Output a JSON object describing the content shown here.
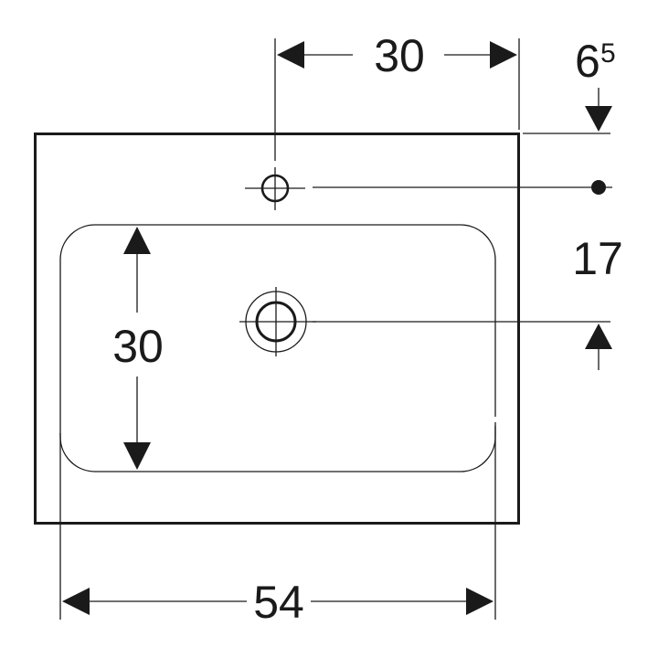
{
  "dimensions": {
    "top_width": "30",
    "tap_offset_main": "6",
    "tap_offset_sup": "5",
    "drain_offset": "17",
    "bowl_depth": "30",
    "bottom_width": "54"
  }
}
